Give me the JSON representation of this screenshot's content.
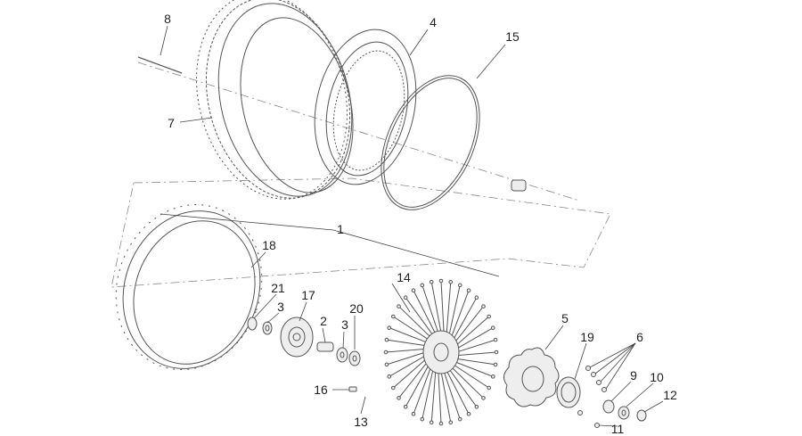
{
  "diagram": {
    "callouts": {
      "c1": "1",
      "c2": "2",
      "c3a": "3",
      "c3b": "3",
      "c4": "4",
      "c5": "5",
      "c6": "6",
      "c7": "7",
      "c8": "8",
      "c9": "9",
      "c10": "10",
      "c11": "11",
      "c12": "12",
      "c13": "13",
      "c14": "14",
      "c15": "15",
      "c16": "16",
      "c17": "17",
      "c18": "18",
      "c19": "19",
      "c20": "20",
      "c21": "21"
    },
    "parts": [
      {
        "id": "1",
        "name": "wheel-assembly"
      },
      {
        "id": "2",
        "name": "hub-spacer"
      },
      {
        "id": "3",
        "name": "bearing"
      },
      {
        "id": "4",
        "name": "inner-tube"
      },
      {
        "id": "5",
        "name": "brake-disc"
      },
      {
        "id": "6",
        "name": "disc-screw"
      },
      {
        "id": "7",
        "name": "tyre"
      },
      {
        "id": "8",
        "name": "wheel-axle"
      },
      {
        "id": "9",
        "name": "spacer"
      },
      {
        "id": "10",
        "name": "washer"
      },
      {
        "id": "11",
        "name": "screw"
      },
      {
        "id": "12",
        "name": "nut"
      },
      {
        "id": "13",
        "name": "spoke-set"
      },
      {
        "id": "14",
        "name": "spoke"
      },
      {
        "id": "15",
        "name": "rim-tape"
      },
      {
        "id": "16",
        "name": "spoke-nipple"
      },
      {
        "id": "17",
        "name": "hub"
      },
      {
        "id": "18",
        "name": "rim"
      },
      {
        "id": "19",
        "name": "speedometer-drive"
      },
      {
        "id": "20",
        "name": "oil-seal"
      },
      {
        "id": "21",
        "name": "oil-seal-left"
      }
    ]
  }
}
